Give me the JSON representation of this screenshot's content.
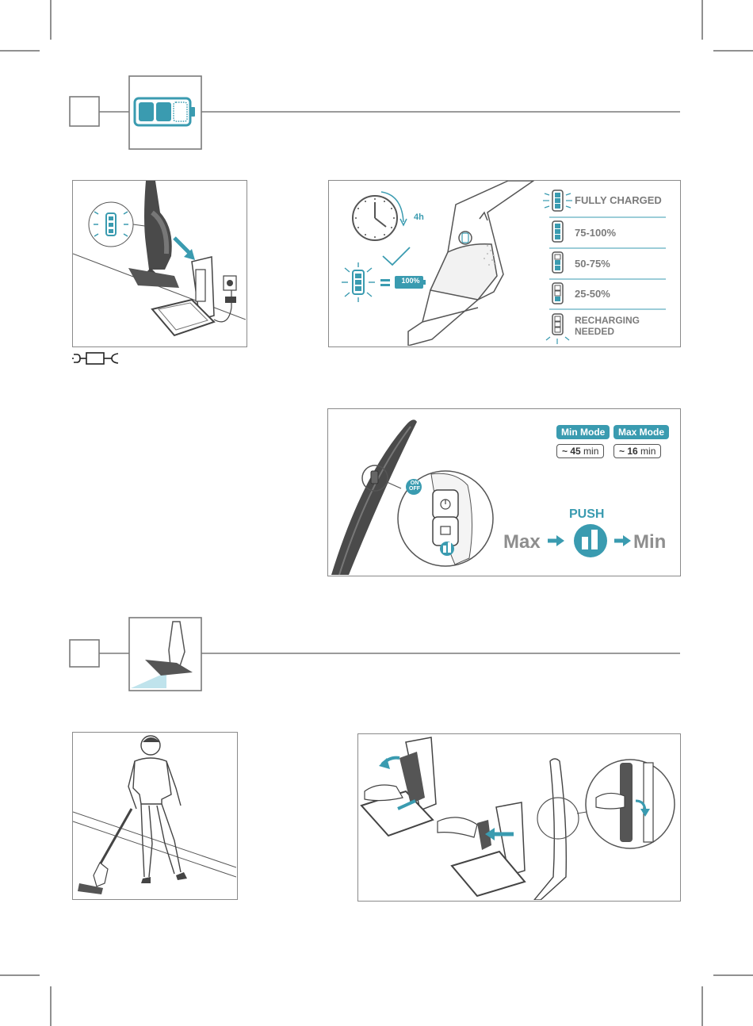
{
  "legend": {
    "items": [
      {
        "label": "FULLY CHARGED"
      },
      {
        "label": "75-100%"
      },
      {
        "label": "50-75%"
      },
      {
        "label": "25-50%"
      },
      {
        "label": "RECHARGING\nNEEDED"
      }
    ]
  },
  "charging": {
    "duration": "4h",
    "full_label": "100%"
  },
  "modes": {
    "min_label": "Min Mode",
    "max_label": "Max Mode",
    "min_time_prefix": "~ ",
    "min_time_value": "45",
    "min_time_unit": " min",
    "max_time_prefix": "~ ",
    "max_time_value": "16",
    "max_time_unit": " min",
    "on_off_top": "ON",
    "on_off_bottom": "OFF",
    "push_label": "PUSH",
    "max_word": "Max",
    "min_word": "Min"
  },
  "colors": {
    "accent": "#3a9bb0",
    "accent_light": "#bfe3ec",
    "grey": "#8a8a8a",
    "dark": "#4a4a4a"
  }
}
